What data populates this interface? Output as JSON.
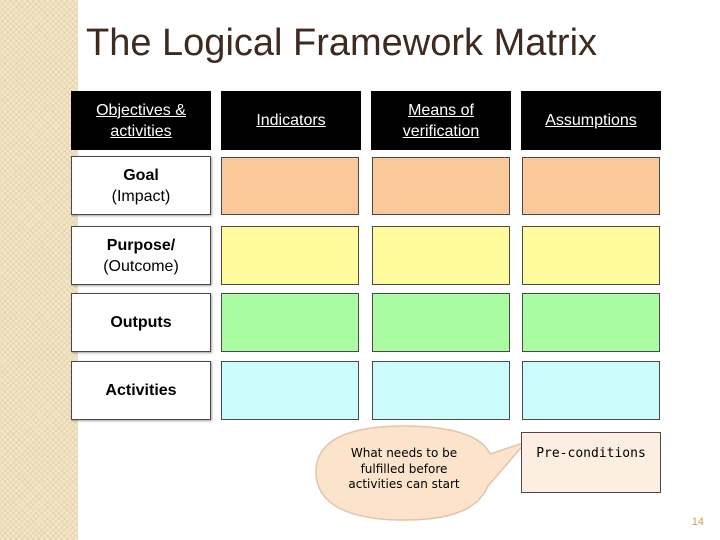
{
  "title": "The Logical Framework Matrix",
  "headers": {
    "objectives": [
      "Objectives &",
      "activities"
    ],
    "indicators": "Indicators",
    "means": [
      "Means of",
      "verification"
    ],
    "assumptions": "Assumptions"
  },
  "rows": {
    "goal": [
      "Goal",
      "(Impact)"
    ],
    "purpose": [
      "Purpose/",
      "(Outcome)"
    ],
    "outputs": "Outputs",
    "activities": "Activities"
  },
  "callout": "What needs to be fulfilled before activities can start",
  "preconditions": "Pre-conditions",
  "page_number": "14",
  "colors": {
    "goal": "#fbc89a",
    "purpose": "#fdfb9c",
    "outputs": "#aafca3",
    "activities": "#ccfbfb",
    "header": "#000000",
    "callout": "#fbe3cc",
    "preconditions": "#fdeee2"
  }
}
